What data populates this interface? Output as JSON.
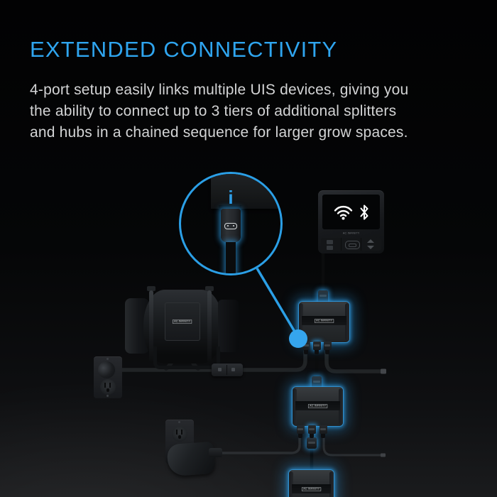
{
  "header": {
    "title": "EXTENDED CONNECTIVITY",
    "description_lines": [
      "4-port setup easily links multiple UIS devices, giving you",
      "the ability to connect up to 3 tiers of additional splitters",
      "and hubs in a chained sequence for larger grow spaces."
    ]
  },
  "colors": {
    "accent_blue": "#2ea3ee",
    "title_text": "#2fa5ef",
    "body_text": "#d3d4d5",
    "glow": "#2da2ec",
    "background": "#000000"
  },
  "diagram": {
    "magnifier": {
      "port_marking": "i"
    },
    "controller": {
      "brand": "AC INFINITY",
      "screen_icons": [
        "wifi-icon",
        "bluetooth-icon"
      ]
    },
    "fan": {
      "brand": "AC INFINITY"
    },
    "hubs": [
      {
        "brand": "AC INFINITY"
      },
      {
        "brand": "AC INFINITY"
      },
      {
        "brand": "AC INFINITY"
      }
    ]
  }
}
